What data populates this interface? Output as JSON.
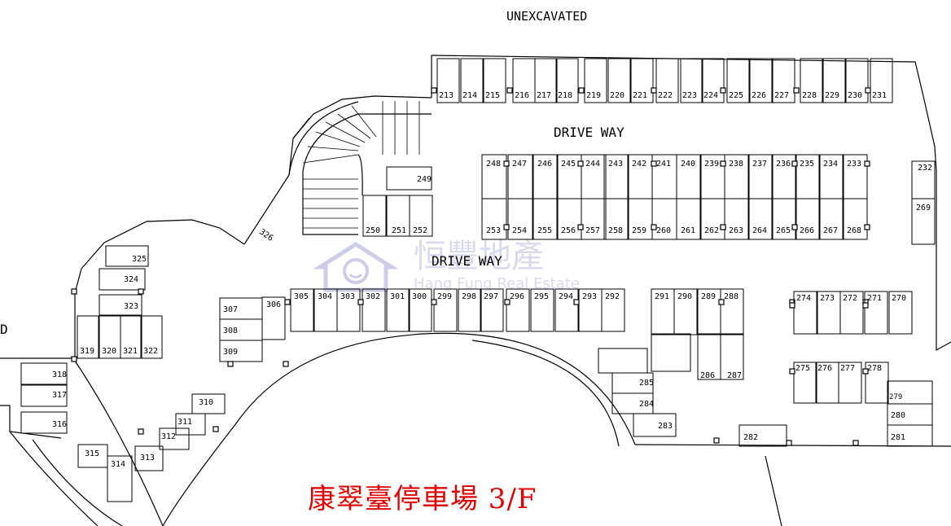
{
  "labels": {
    "unexcavated": "UNEXCAVATED",
    "drive_way_top": "DRIVE WAY",
    "drive_way_mid": "DRIVE WAY",
    "edge_letter": "D"
  },
  "title": "康翠臺停車場 3/F",
  "watermark": {
    "chinese": "恒豐地產",
    "english": "Hang Fung Real Estate"
  },
  "spaces": {
    "row_top": [
      "213",
      "214",
      "215",
      "216",
      "217",
      "218",
      "219",
      "220",
      "221",
      "222",
      "223",
      "224",
      "225",
      "226",
      "227",
      "228",
      "229",
      "230",
      "231"
    ],
    "island_upper": [
      "248",
      "247",
      "246",
      "245",
      "244",
      "243",
      "242",
      "241",
      "240",
      "239",
      "238",
      "237",
      "236",
      "235",
      "234",
      "233"
    ],
    "island_lower": [
      "253",
      "254",
      "255",
      "256",
      "257",
      "258",
      "259",
      "260",
      "261",
      "262",
      "263",
      "264",
      "265",
      "266",
      "267",
      "268"
    ],
    "right_edge": [
      "232",
      "269"
    ],
    "stair_area": [
      "249",
      "250",
      "251",
      "252",
      "326"
    ],
    "row_mid": [
      "305",
      "304",
      "303",
      "302",
      "301",
      "300",
      "299",
      "298",
      "297",
      "296",
      "295",
      "294",
      "293",
      "292",
      "291",
      "290",
      "289",
      "288"
    ],
    "lift_area": [
      "285",
      "284",
      "283",
      "286",
      "287",
      "282"
    ],
    "right_block": [
      "274",
      "273",
      "272",
      "271",
      "270",
      "275",
      "276",
      "277",
      "278",
      "279",
      "280",
      "281"
    ],
    "left_block": [
      "325",
      "324",
      "323",
      "319",
      "320",
      "321",
      "322",
      "306",
      "307",
      "308",
      "309"
    ],
    "curve_block": [
      "310",
      "311",
      "312",
      "313",
      "314",
      "315",
      "316",
      "317",
      "318"
    ]
  },
  "colors": {
    "title": "#e00000",
    "lines": "#000000",
    "watermark": "#d7d7ee"
  }
}
